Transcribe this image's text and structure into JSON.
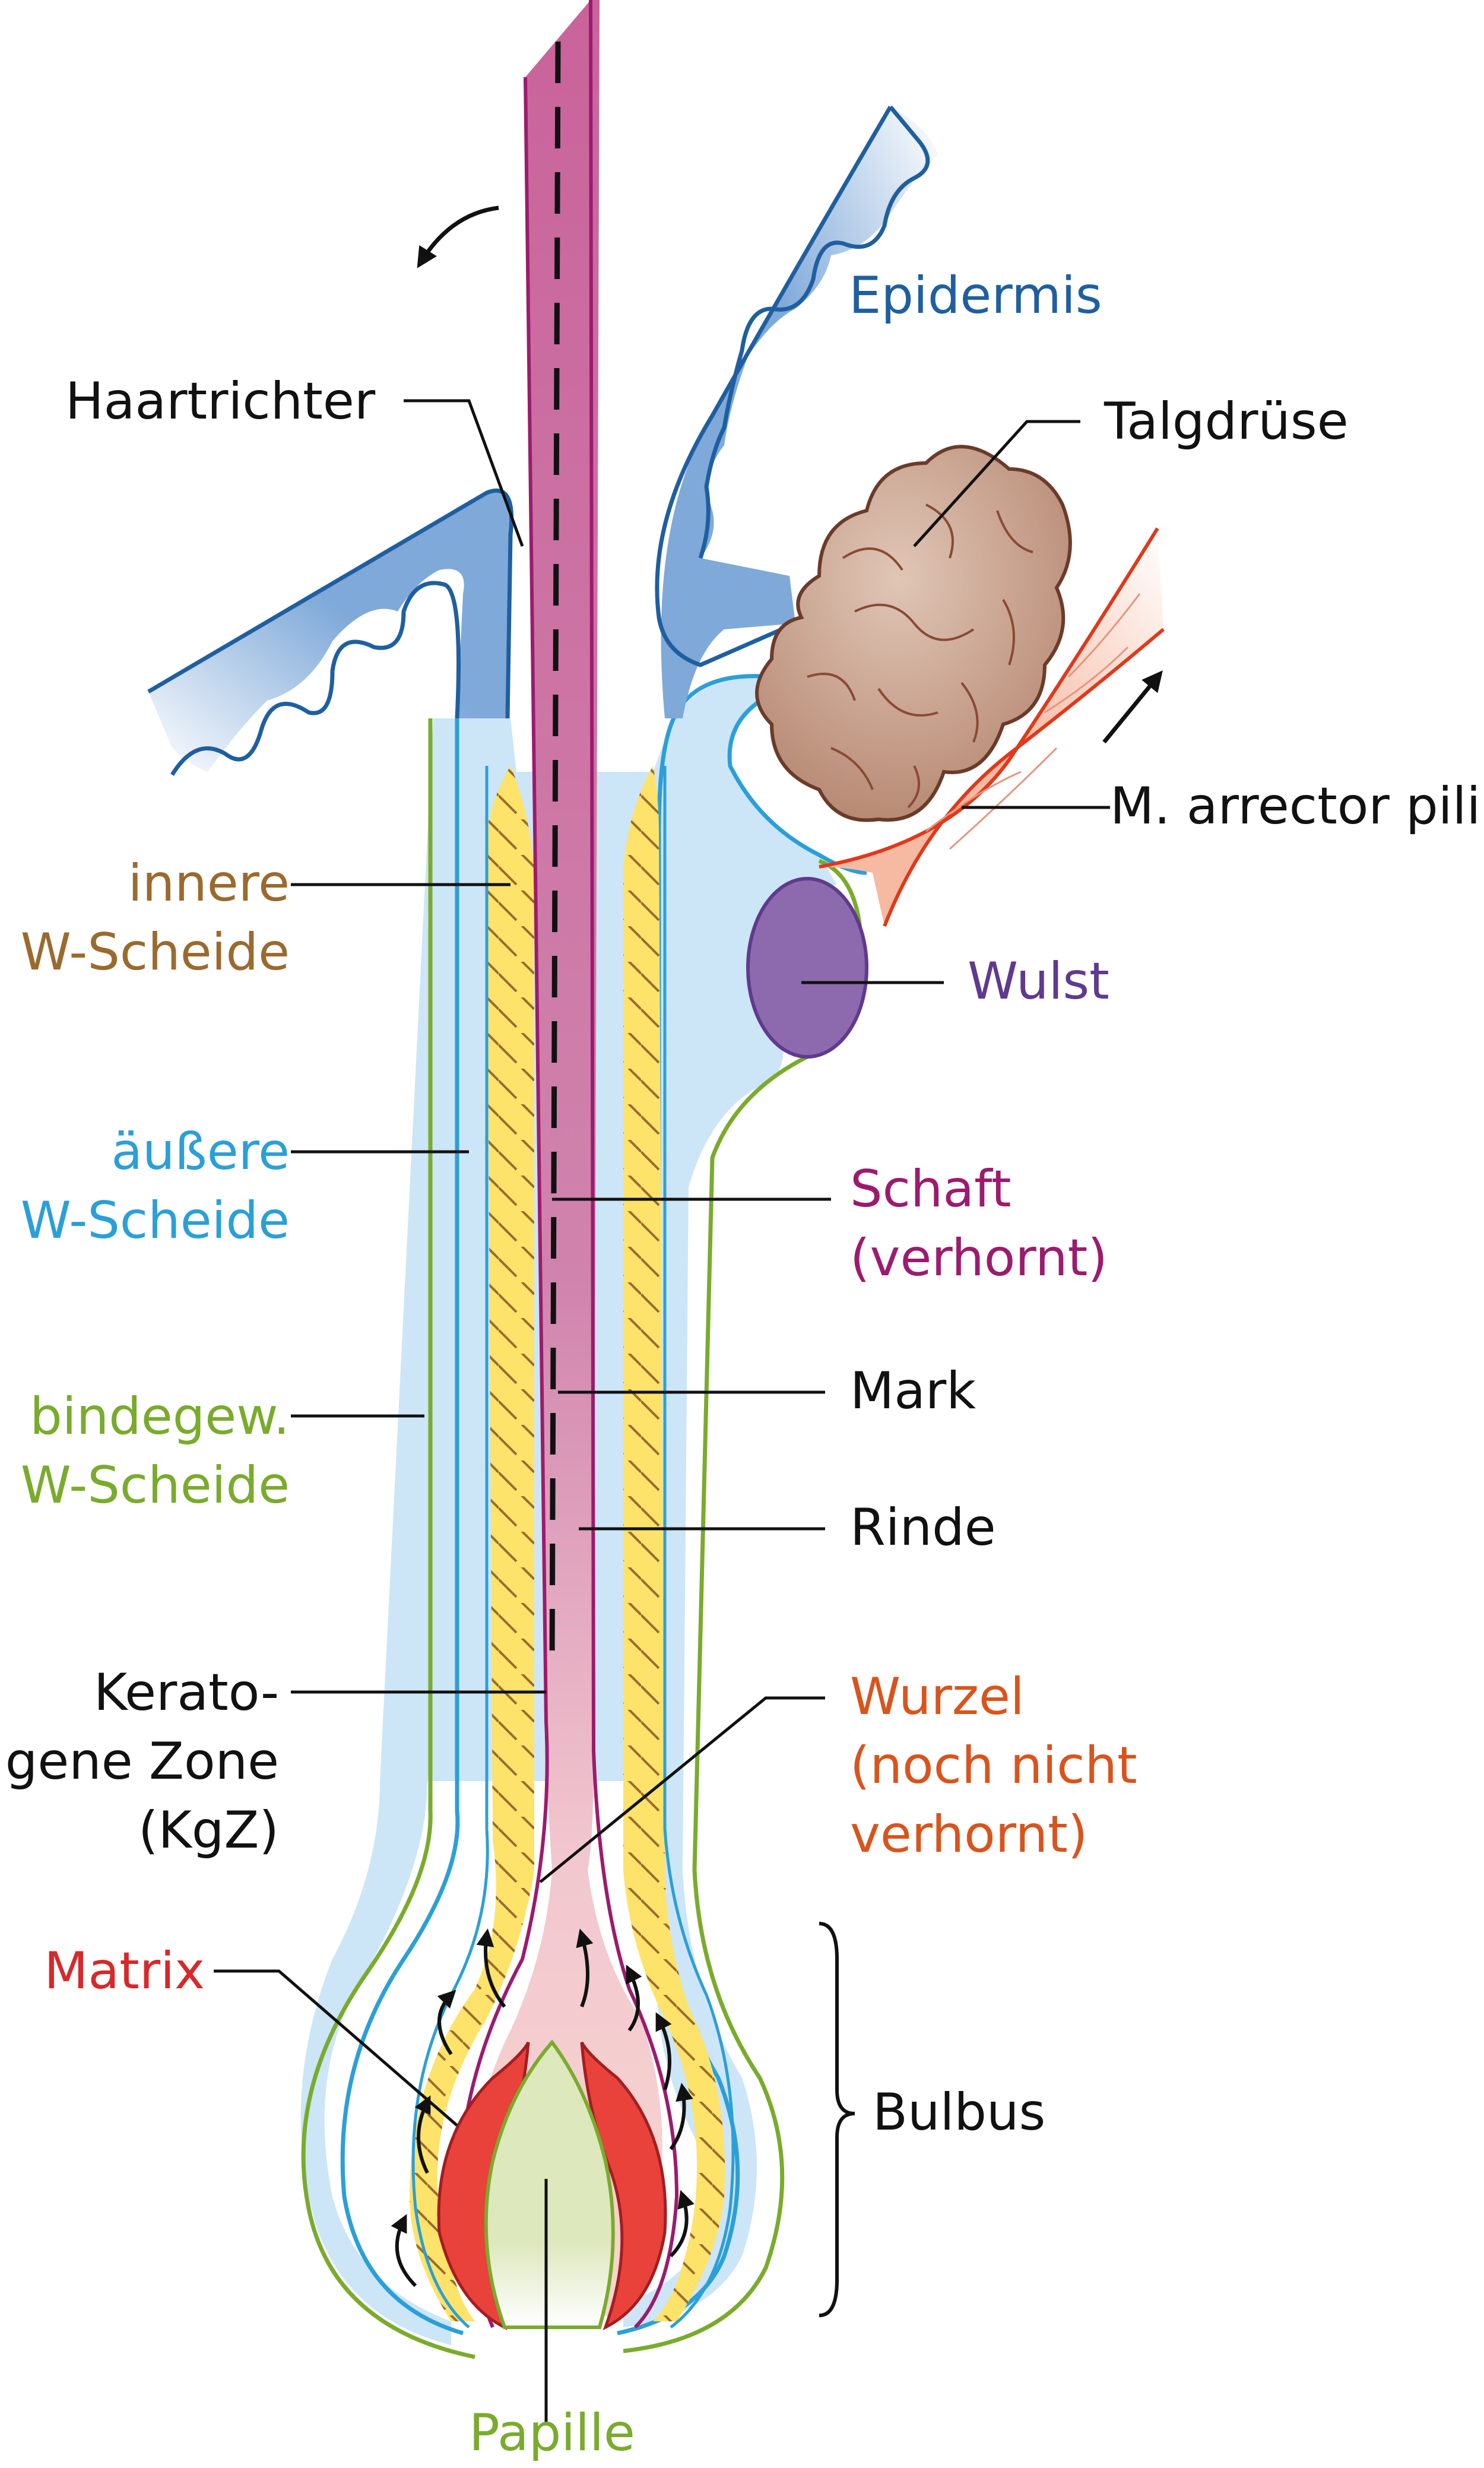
{
  "colors": {
    "epidermis": "#1f5fa0",
    "innere": "#9a6a2e",
    "aeussere": "#2b9fd8",
    "bindegew": "#7aab2c",
    "schaft": "#9c1b6e",
    "wurzel": "#d9541c",
    "matrix": "#d8282a",
    "wulst": "#5f3a8e",
    "papille": "#7aab2c",
    "black": "#111111"
  },
  "labels": {
    "epidermis": "Epidermis",
    "haartrichter": "Haartrichter",
    "talgdruese": "Talgdrüse",
    "arrector": "M. arrector pili",
    "innere_1": "innere",
    "innere_2": "W-Scheide",
    "wulst": "Wulst",
    "aeussere_1": "äußere",
    "aeussere_2": "W-Scheide",
    "schaft_1": "Schaft",
    "schaft_2": "(verhornt)",
    "mark": "Mark",
    "bindegew_1": "bindegew.",
    "bindegew_2": "W-Scheide",
    "rinde": "Rinde",
    "kgz_1": "Kerato-",
    "kgz_2": "gene Zone",
    "kgz_3": "(KgZ)",
    "wurzel_1": "Wurzel",
    "wurzel_2": "(noch nicht",
    "wurzel_3": "verhornt)",
    "matrix": "Matrix",
    "bulbus": "Bulbus",
    "papille": "Papille"
  }
}
